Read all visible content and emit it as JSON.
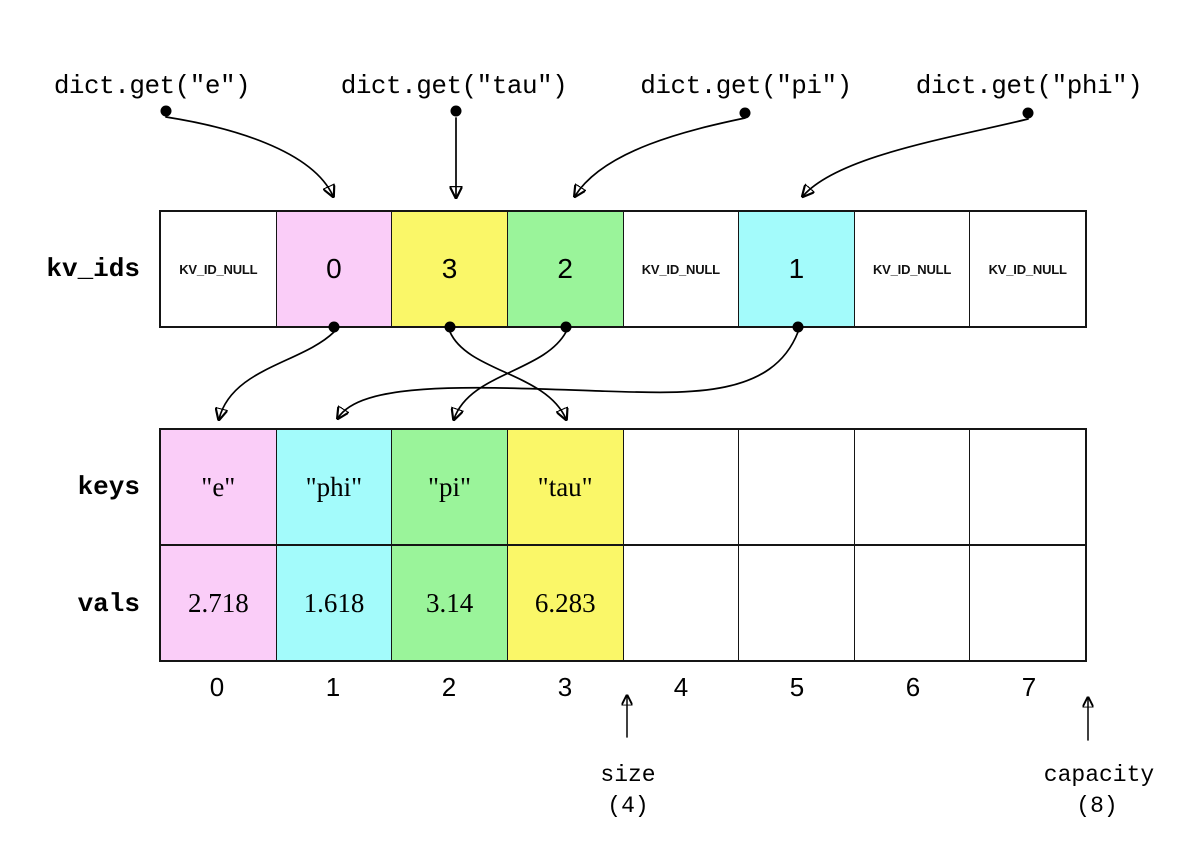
{
  "palette": {
    "pink": "#FACDF8",
    "yellow": "#FAF768",
    "green": "#9AF49A",
    "cyan": "#A3FBFB",
    "white": "#FFFFFF",
    "line": "#000000"
  },
  "queries": [
    "dict.get(\"e\")",
    "dict.get(\"tau\")",
    "dict.get(\"pi\")",
    "dict.get(\"phi\")"
  ],
  "rows": {
    "kv_ids": {
      "label": "kv_ids",
      "cells": [
        {
          "text": "KV_ID_NULL",
          "color": "white",
          "kind": "null"
        },
        {
          "text": "0",
          "color": "pink",
          "kind": "id"
        },
        {
          "text": "3",
          "color": "yellow",
          "kind": "id"
        },
        {
          "text": "2",
          "color": "green",
          "kind": "id"
        },
        {
          "text": "KV_ID_NULL",
          "color": "white",
          "kind": "null"
        },
        {
          "text": "1",
          "color": "cyan",
          "kind": "id"
        },
        {
          "text": "KV_ID_NULL",
          "color": "white",
          "kind": "null"
        },
        {
          "text": "KV_ID_NULL",
          "color": "white",
          "kind": "null"
        }
      ]
    },
    "keys": {
      "label": "keys",
      "cells": [
        {
          "text": "\"e\"",
          "color": "pink",
          "kind": "key"
        },
        {
          "text": "\"phi\"",
          "color": "cyan",
          "kind": "key"
        },
        {
          "text": "\"pi\"",
          "color": "green",
          "kind": "key"
        },
        {
          "text": "\"tau\"",
          "color": "yellow",
          "kind": "key"
        },
        {
          "text": "",
          "color": "white",
          "kind": "empty"
        },
        {
          "text": "",
          "color": "white",
          "kind": "empty"
        },
        {
          "text": "",
          "color": "white",
          "kind": "empty"
        },
        {
          "text": "",
          "color": "white",
          "kind": "empty"
        }
      ]
    },
    "vals": {
      "label": "vals",
      "cells": [
        {
          "text": "2.718",
          "color": "pink",
          "kind": "val"
        },
        {
          "text": "1.618",
          "color": "cyan",
          "kind": "val"
        },
        {
          "text": "3.14",
          "color": "green",
          "kind": "val"
        },
        {
          "text": "6.283",
          "color": "yellow",
          "kind": "val"
        },
        {
          "text": "",
          "color": "white",
          "kind": "empty"
        },
        {
          "text": "",
          "color": "white",
          "kind": "empty"
        },
        {
          "text": "",
          "color": "white",
          "kind": "empty"
        },
        {
          "text": "",
          "color": "white",
          "kind": "empty"
        }
      ]
    }
  },
  "indices": [
    "0",
    "1",
    "2",
    "3",
    "4",
    "5",
    "6",
    "7"
  ],
  "annotations": {
    "size": {
      "label": "size",
      "value": "(4)"
    },
    "capacity": {
      "label": "capacity",
      "value": "(8)"
    }
  }
}
